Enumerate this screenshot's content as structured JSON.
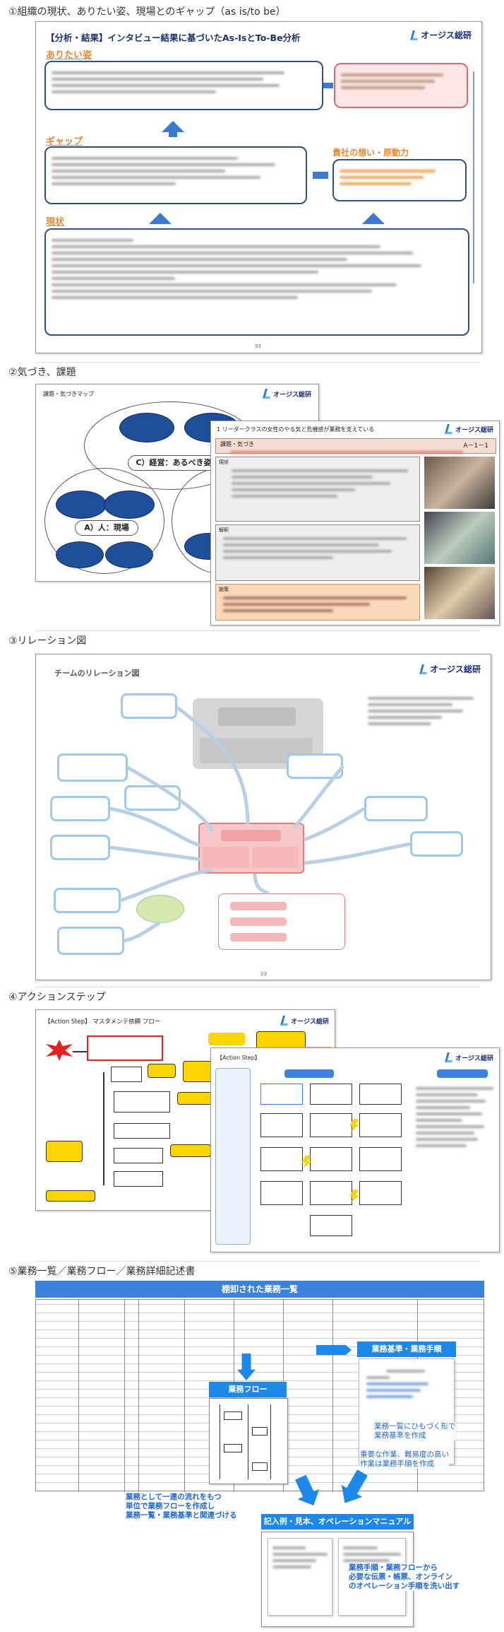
{
  "sections": [
    {
      "title": "①組織の現状、ありたい姿、現場とのギャップ（as is/to be）"
    },
    {
      "title": "②気づき、課題"
    },
    {
      "title": "③リレーション図"
    },
    {
      "title": "④アクションステップ"
    },
    {
      "title": "⑤業務一覧／業務フロー／業務詳細記述書"
    }
  ],
  "brand": {
    "logo_text": "オージス総研",
    "accent": "#2b7bd6"
  },
  "s1": {
    "heading": "【分析・結果】インタビュー結果に基づいたAs-IsとTo-Be分析",
    "label_tobe": "ありたい姿",
    "label_gap": "ギャップ",
    "label_drive": "貴社の想い・原動力",
    "label_asis": "現状",
    "page": "33"
  },
  "s2": {
    "map_title": "課題・気づきマップ",
    "label_c": "C）経営：あるべき姿",
    "label_a": "A）人：現場",
    "card_heading": "1 リーダークラスの女性のやる気と危機感が業務を支えている",
    "card_code": "A－1－1",
    "card_sub": "課題・気づき",
    "card_section1": "現状",
    "card_section2": "解釈",
    "card_section3": "施策"
  },
  "s3": {
    "heading": "チームのリレーション図",
    "page": "23"
  },
  "s4": {
    "heading1": "【Action Step】 マスタメンテ依頼 フロー",
    "heading2": "【Action Step】"
  },
  "s5": {
    "banner": "棚卸された業務一覧",
    "callout_std": "業務基準・業務手順",
    "callout_flow": "業務フロー",
    "callout_manual": "記入例・見本、オペレーションマニュアル",
    "note1": "業務一覧にひもづく形で\n業務基準を作成",
    "note2": "重要な作業、難易度の高い\n作業は業務手順を作成",
    "note3": "業務として一連の流れをもつ\n単位で業務フローを作成し\n業務一覧・業務基準と関連づける",
    "note4": "業務手順・業務フローから\n必要な伝票・帳票、オンライン\nのオペレーション手順を洗い出す"
  }
}
